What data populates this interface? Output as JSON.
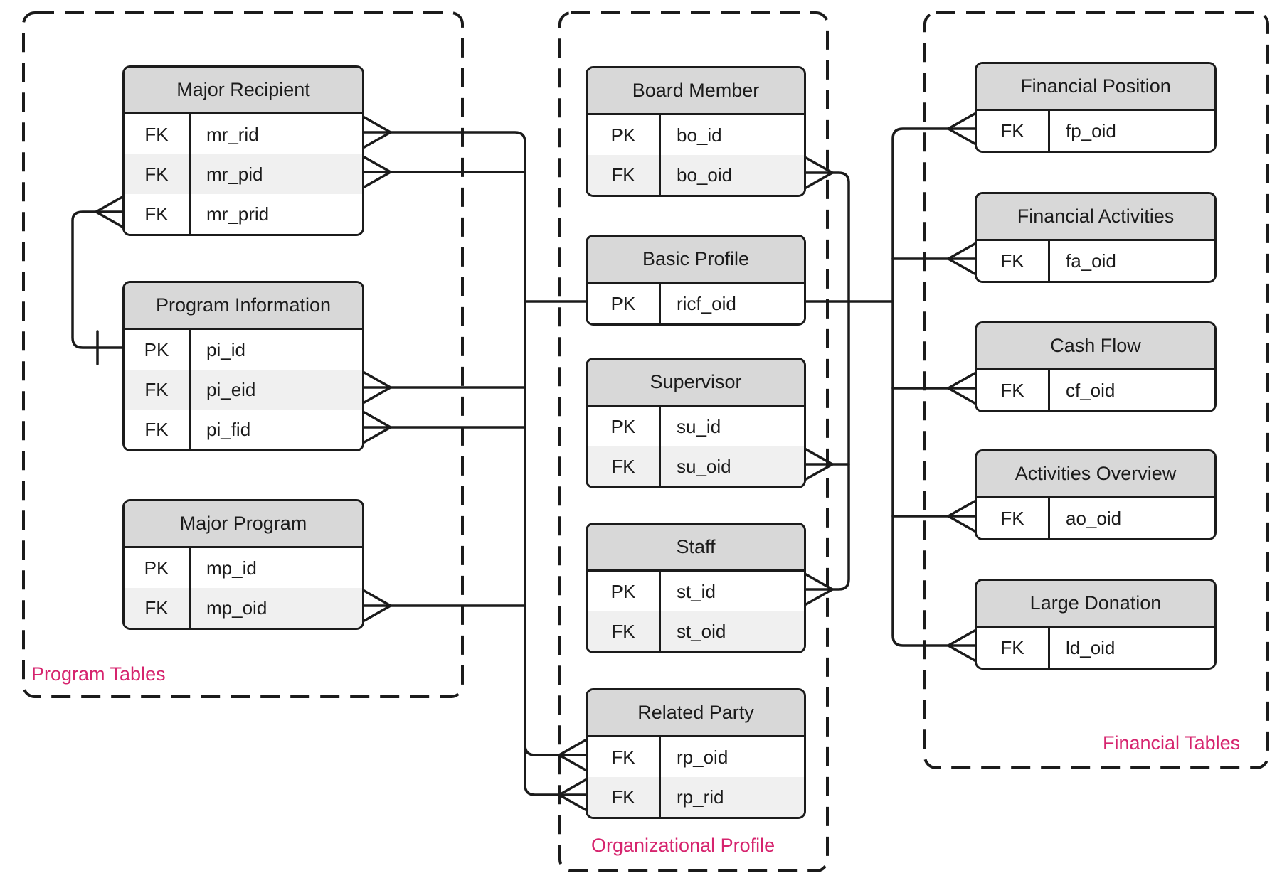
{
  "colors": {
    "line": "#1b1b1b",
    "header_fill": "#d8d8d8",
    "alt_row_fill": "#f0f0f0",
    "group_label": "#d6246e"
  },
  "groups": [
    {
      "name": "Program Tables",
      "tables": [
        {
          "title": "Major Recipient",
          "rows": [
            [
              "FK",
              "mr_rid"
            ],
            [
              "FK",
              "mr_pid"
            ],
            [
              "FK",
              "mr_prid"
            ]
          ]
        },
        {
          "title": "Program Information",
          "rows": [
            [
              "PK",
              "pi_id"
            ],
            [
              "FK",
              "pi_eid"
            ],
            [
              "FK",
              "pi_fid"
            ]
          ]
        },
        {
          "title": "Major Program",
          "rows": [
            [
              "PK",
              "mp_id"
            ],
            [
              "FK",
              "mp_oid"
            ]
          ]
        }
      ]
    },
    {
      "name": "Organizational Profile",
      "tables": [
        {
          "title": "Board Member",
          "rows": [
            [
              "PK",
              "bo_id"
            ],
            [
              "FK",
              "bo_oid"
            ]
          ]
        },
        {
          "title": "Basic Profile",
          "rows": [
            [
              "PK",
              "ricf_oid"
            ]
          ]
        },
        {
          "title": "Supervisor",
          "rows": [
            [
              "PK",
              "su_id"
            ],
            [
              "FK",
              "su_oid"
            ]
          ]
        },
        {
          "title": "Staff",
          "rows": [
            [
              "PK",
              "st_id"
            ],
            [
              "FK",
              "st_oid"
            ]
          ]
        },
        {
          "title": "Related Party",
          "rows": [
            [
              "FK",
              "rp_oid"
            ],
            [
              "FK",
              "rp_rid"
            ]
          ]
        }
      ]
    },
    {
      "name": "Financial Tables",
      "tables": [
        {
          "title": "Financial Position",
          "rows": [
            [
              "FK",
              "fp_oid"
            ]
          ]
        },
        {
          "title": "Financial Activities",
          "rows": [
            [
              "FK",
              "fa_oid"
            ]
          ]
        },
        {
          "title": "Cash Flow",
          "rows": [
            [
              "FK",
              "cf_oid"
            ]
          ]
        },
        {
          "title": "Activities Overview",
          "rows": [
            [
              "FK",
              "ao_oid"
            ]
          ]
        },
        {
          "title": "Large Donation",
          "rows": [
            [
              "FK",
              "ld_oid"
            ]
          ]
        }
      ]
    }
  ]
}
